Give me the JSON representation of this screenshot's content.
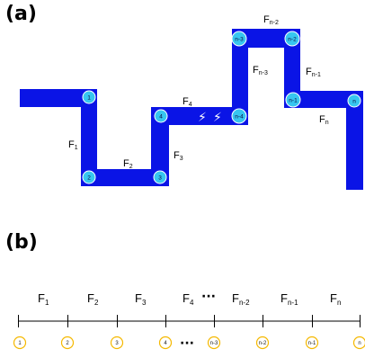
{
  "panel_a": {
    "label": "(a)",
    "force_labels": {
      "f1": "F",
      "f1_sub": "1",
      "f2": "F",
      "f2_sub": "2",
      "f3": "F",
      "f3_sub": "3",
      "f4": "F",
      "f4_sub": "4",
      "fn3": "F",
      "fn3_sub": "n-3",
      "fn2": "F",
      "fn2_sub": "n-2",
      "fn1": "F",
      "fn1_sub": "n-1",
      "fn": "F",
      "fn_sub": "n"
    },
    "nodes": [
      "1",
      "2",
      "3",
      "4",
      "n-4",
      "n-3",
      "n-2",
      "n-1",
      "n"
    ],
    "break_symbol": "⚡",
    "colors": {
      "chain": "#0a14e6",
      "node_fill": "#37c6f0",
      "node_stroke": "#ffffff"
    }
  },
  "panel_b": {
    "label": "(b)",
    "force_labels": {
      "f1": "F",
      "f1_sub": "1",
      "f2": "F",
      "f2_sub": "2",
      "f3": "F",
      "f3_sub": "3",
      "f4": "F",
      "f4_sub": "4",
      "fn2": "F",
      "fn2_sub": "n-2",
      "fn1": "F",
      "fn1_sub": "n-1",
      "fn": "F",
      "fn_sub": "n"
    },
    "ellipsis": "···",
    "nodes": [
      "1",
      "2",
      "3",
      "4",
      "n-3",
      "n-2",
      "n-1",
      "n"
    ],
    "colors": {
      "node_fill": "#ffffff",
      "node_stroke": "#f5b800"
    }
  }
}
